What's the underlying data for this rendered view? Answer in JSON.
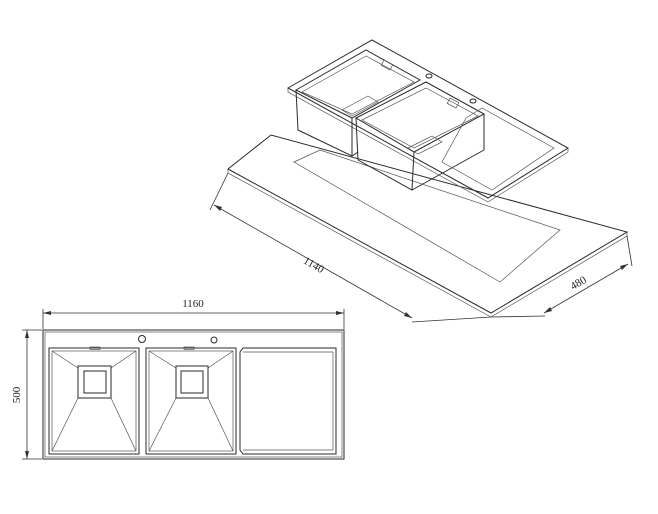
{
  "dimensions": {
    "iso_length": "1140",
    "iso_depth": "480",
    "plan_width": "1160",
    "plan_height": "500"
  }
}
